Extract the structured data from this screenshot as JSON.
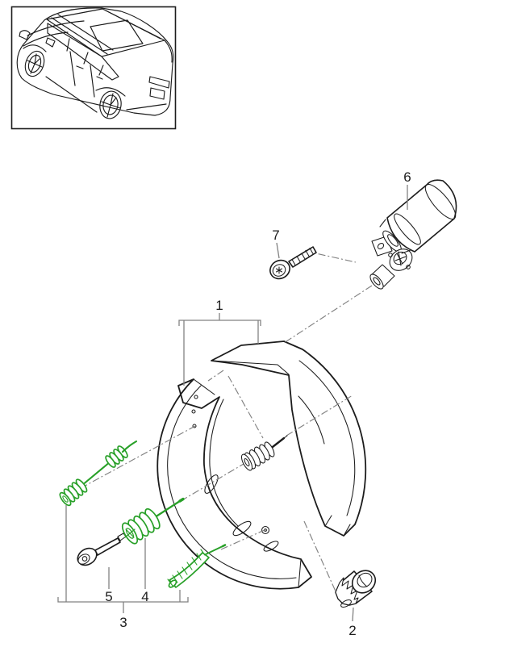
{
  "diagram": {
    "colors": {
      "ink": "#1c1c1c",
      "leader": "#828282",
      "highlight": "#28a028",
      "background": "#ffffff"
    },
    "labels": {
      "l1": "1",
      "l2": "2",
      "l3": "3",
      "l4": "4",
      "l5": "5",
      "l6": "6",
      "l7": "7"
    }
  }
}
